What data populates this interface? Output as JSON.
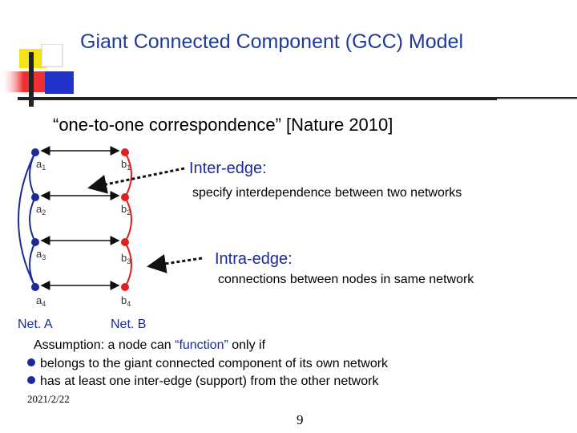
{
  "title": "Giant Connected Component (GCC) Model",
  "subtitle": "“one-to-one correspondence”   [Nature 2010]",
  "inter_edge": {
    "label": "Inter-edge:",
    "description": "specify  interdependence between two networks"
  },
  "intra_edge": {
    "label": "Intra-edge:",
    "description": "connections between nodes in same  network"
  },
  "net_a_label": "Net. A",
  "net_b_label": "Net. B",
  "nodes_a": [
    "a1",
    "a2",
    "a3",
    "a4"
  ],
  "nodes_b": [
    "b1",
    "b2",
    "b3",
    "b4"
  ],
  "assumption": {
    "prefix": "Assumption: a node can ",
    "quoted": "“function”",
    "suffix": " only if"
  },
  "conditions": [
    "belongs to the giant connected component of its own network",
    "has at least one inter-edge (support) from the other network"
  ],
  "date": "2021/2/22",
  "page_number": "9",
  "colors": {
    "title": "#1e3a9e",
    "net_a": "#1a2a99",
    "net_b": "#e02020",
    "deco_yellow": "#f6e21a",
    "deco_red": "#f03030",
    "deco_blue": "#2233cc"
  }
}
